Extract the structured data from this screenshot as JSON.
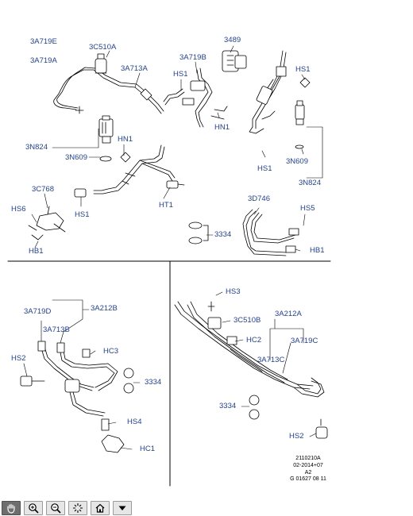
{
  "diagram": {
    "top": {
      "labels": {
        "a3a719e": "3A719E",
        "a3a719a": "3A719A",
        "a3c510a": "3C510A",
        "a3a713a": "3A713A",
        "a3a719b": "3A719B",
        "a3489": "3489",
        "hs1_a": "HS1",
        "hs1_b": "HS1",
        "hn1_a": "HN1",
        "hn1_b": "HN1",
        "hs1_c": "HS1",
        "a3n824_l": "3N824",
        "a3n609_l": "3N609",
        "a3n609_r": "3N609",
        "a3n824_r": "3N824",
        "a3c768": "3C768",
        "hs6": "HS6",
        "hs1_d": "HS1",
        "ht1": "HT1",
        "hb1_l": "HB1",
        "a3d746": "3D746",
        "hs5": "HS5",
        "a3334": "3334",
        "hb1_r": "HB1"
      }
    },
    "bottom_left": {
      "labels": {
        "a3a719d": "3A719D",
        "a3a212b": "3A212B",
        "a3a713b": "3A713B",
        "hc3": "HC3",
        "hs2": "HS2",
        "a3334": "3334",
        "hs4": "HS4",
        "hc1": "HC1"
      }
    },
    "bottom_right": {
      "labels": {
        "hs3": "HS3",
        "a3c510b": "3C510B",
        "a3a212a": "3A212A",
        "hc2": "HC2",
        "a3a719c": "3A719C",
        "a3a713c": "3A713C",
        "a3334": "3334",
        "hs2": "HS2"
      },
      "reference": [
        "2110210A",
        "02-2014+07",
        "A2",
        "G 01627 08 11"
      ]
    },
    "label_color": "#1f3fa8"
  },
  "toolbar": {
    "buttons": [
      {
        "icon": "hand-pan-icon"
      },
      {
        "icon": "zoom-in-icon"
      },
      {
        "icon": "zoom-out-icon"
      },
      {
        "icon": "zoom-fit-icon"
      },
      {
        "icon": "home-icon"
      },
      {
        "icon": "dropdown-arrow-icon"
      }
    ]
  }
}
